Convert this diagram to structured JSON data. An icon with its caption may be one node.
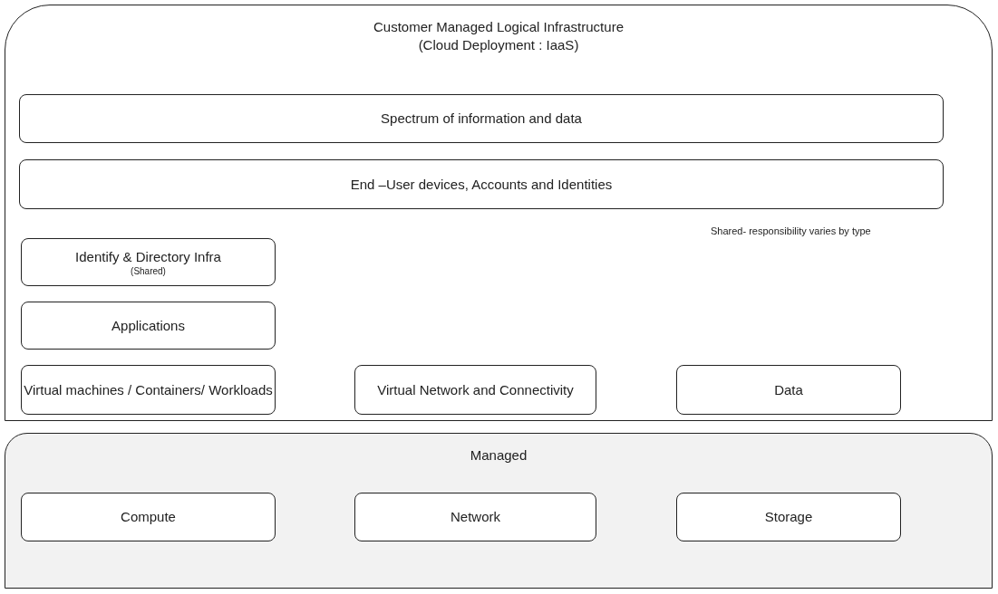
{
  "diagram": {
    "nodes": [
      {
        "text": [
          "Customer Managed Logical Infrastructure (Cloud Deployment : IaaS)"
        ]
      },
      {
        "text": [
          "Spectrum of information and data"
        ],
        "in": 0
      },
      {
        "text": [
          "End –User devices, Accounts and Identities"
        ],
        "in": 0
      },
      {
        "text": [
          "Identify & Directory Infra",
          "(Shared)"
        ],
        "in": 0
      },
      {
        "text": [
          "Applications"
        ],
        "in": 0
      },
      {
        "text": [
          "Virtual machines / Containers/ Workloads"
        ],
        "in": 0
      },
      {
        "text": [
          "Virtual Network and Connectivity"
        ],
        "in": 0
      },
      {
        "text": [
          "Data"
        ],
        "in": 0
      },
      {
        "text": [
          "Managed"
        ]
      },
      {
        "text": [
          "Compute"
        ],
        "in": 8
      },
      {
        "text": [
          "Network"
        ],
        "in": 8
      },
      {
        "text": [
          "Storage"
        ],
        "in": 8
      }
    ],
    "edges": [],
    "labels": [
      "Shared- responsibility varies by type"
    ]
  }
}
